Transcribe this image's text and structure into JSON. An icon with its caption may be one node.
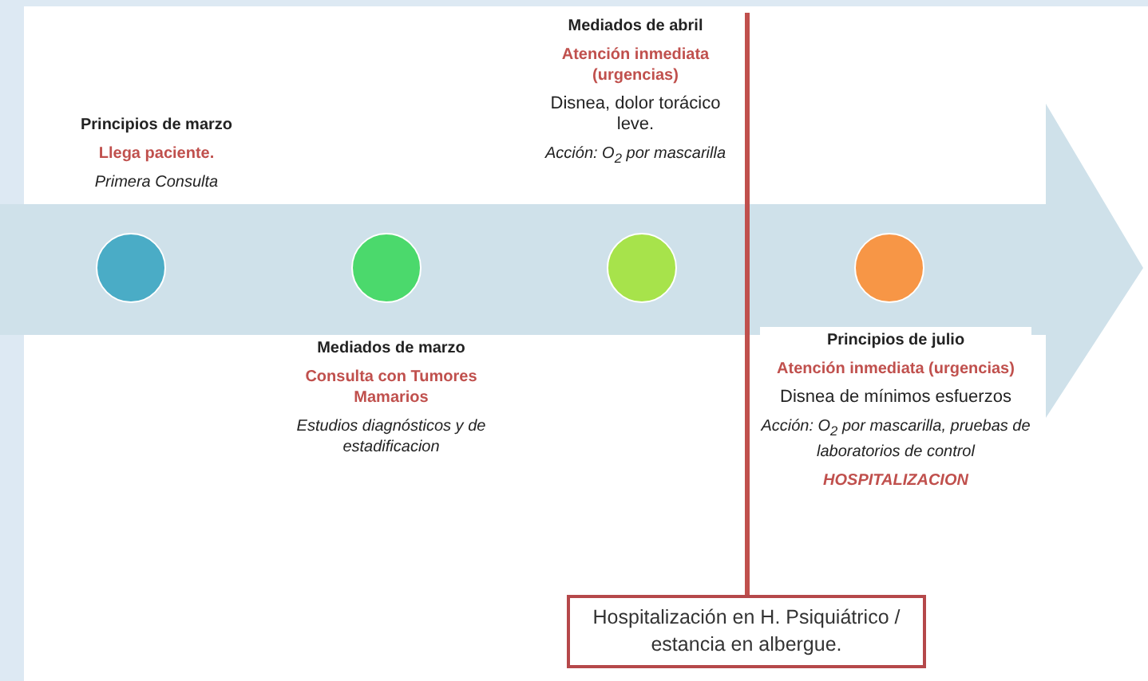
{
  "diagram": {
    "nodes": [
      {
        "text": [],
        "shape": "circle",
        "beside": [
          "Principios de marzo",
          "Llega paciente.",
          "Primera Consulta"
        ]
      },
      {
        "text": [],
        "shape": "circle",
        "beside": [
          "Mediados de marzo",
          "Consulta con Tumores Mamarios",
          "Estudios diagnósticos y de estadificacion"
        ]
      },
      {
        "text": [],
        "shape": "circle",
        "beside": [
          "Mediados de abril",
          "Atención inmediata (urgencias)",
          "Disnea, dolor torácico leve.",
          "Acción: O$_{2}$ por mascarilla"
        ]
      },
      {
        "text": [],
        "shape": "circle",
        "beside": [
          "Principios de julio",
          "Atención inmediata (urgencias)",
          "Disnea de mínimos esfuerzos",
          "Acción: O$_{2}$ por mascarilla, pruebas de laboratorios de control",
          "HOSPITALIZACION"
        ]
      },
      {
        "text": [
          "Hospitalización en H. Psiquiátrico / estancia en albergue."
        ]
      }
    ],
    "edges": [
      {
        "from": null,
        "to": 4,
        "arrow": "none",
        "color": "#c0504d"
      }
    ]
  }
}
